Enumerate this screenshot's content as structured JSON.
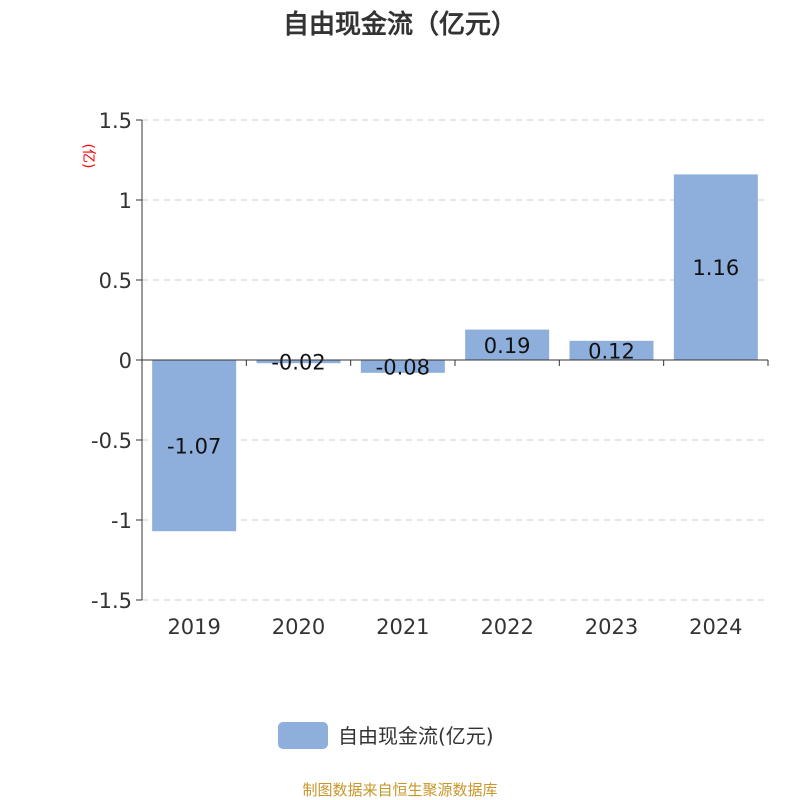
{
  "chart_data": {
    "type": "bar",
    "title": "自由现金流（亿元）",
    "ylabel": "(亿)",
    "xlabel": "",
    "categories": [
      "2019",
      "2020",
      "2021",
      "2022",
      "2023",
      "2024"
    ],
    "series": [
      {
        "name": "自由现金流(亿元)",
        "values": [
          -1.07,
          -0.02,
          -0.08,
          0.19,
          0.12,
          1.16
        ],
        "labels": [
          "-1.07",
          "-0.02",
          "-0.08",
          "0.19",
          "0.12",
          "1.16"
        ]
      }
    ],
    "ylim": [
      -1.5,
      1.5
    ],
    "yticks": [
      1.5,
      1,
      0.5,
      0,
      -0.5,
      -1,
      -1.5
    ],
    "ytick_labels": [
      "1.5",
      "1",
      "0.5",
      "0",
      "-0.5",
      "-1",
      "-1.5"
    ],
    "grid": true,
    "legend_position": "bottom",
    "bar_color": "#8eaedb"
  },
  "footer": "制图数据来自恒生聚源数据库"
}
